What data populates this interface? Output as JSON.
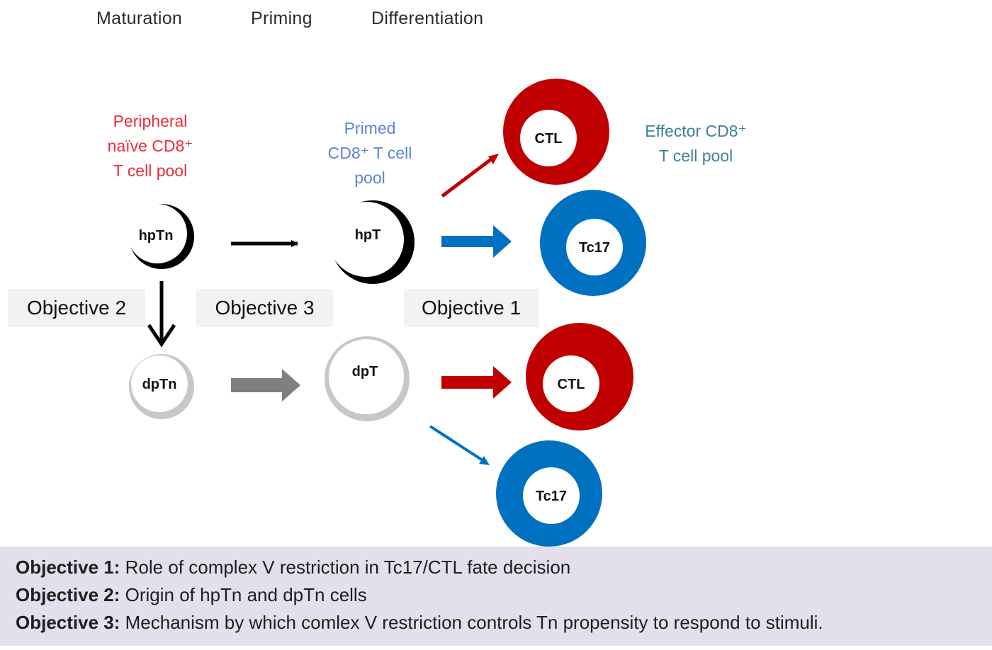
{
  "stages": {
    "maturation": "Maturation",
    "priming": "Priming",
    "differentiation": "Differentiation"
  },
  "pools": {
    "naive": [
      "Peripheral",
      "naïve CD8⁺",
      "T cell pool"
    ],
    "primed": [
      "Primed",
      "CD8⁺ T cell",
      "pool"
    ],
    "effector": [
      "Effector CD8⁺",
      "T cell pool"
    ]
  },
  "cells": {
    "hpTn": "hpTn",
    "hpT": "hpT",
    "dpTn": "dpTn",
    "dpT": "dpT",
    "ctl_top": "CTL",
    "tc17_top": "Tc17",
    "ctl_bottom": "CTL",
    "tc17_bottom": "Tc17"
  },
  "objective_boxes": {
    "obj2": "Objective 2",
    "obj3": "Objective 3",
    "obj1": "Objective 1"
  },
  "legend": [
    {
      "label": "Objective 1:",
      "text": " Role  of complex V restriction in Tc17/CTL fate decision"
    },
    {
      "label": "Objective 2:",
      "text": " Origin of hpTn and dpTn cells"
    },
    {
      "label": "Objective 3:",
      "text": " Mechanism by which comlex V restriction controls Tn  propensity to respond to stimuli."
    }
  ],
  "colors": {
    "red_text": "#ee2c3c",
    "blue_text": "#5b84d6",
    "teal_text": "#3d7f99",
    "ctl_red": "#c00000",
    "tc17_blue": "#0070c0",
    "gray": "#bfbfbf",
    "arrow_gray": "#7f7f7f",
    "legend_bg": "#e4dfec"
  }
}
